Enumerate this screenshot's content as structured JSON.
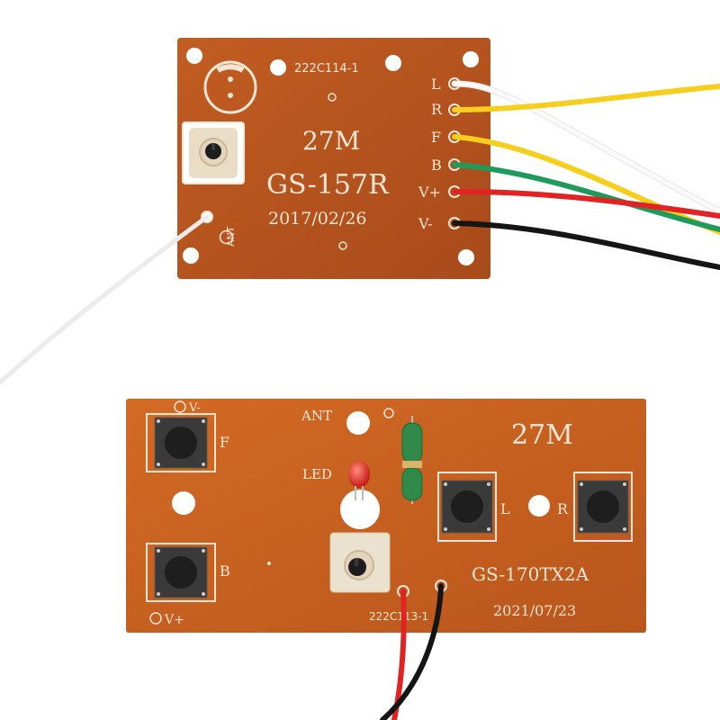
{
  "receiver_board": {
    "part_code": "222C114-1",
    "frequency": "27M",
    "model": "GS-157R",
    "date": "2017/02/26",
    "antenna_label": "ANT",
    "pins": [
      "L",
      "R",
      "F",
      "B",
      "V+",
      "V-"
    ],
    "board_color": "#b4541f"
  },
  "transmitter_board": {
    "frequency": "27M",
    "model": "GS-170TX2A",
    "date": "2021/07/23",
    "part_code": "222C113-1",
    "antenna_label": "ANT",
    "led_label": "LED",
    "button_labels": {
      "forward": "F",
      "back": "B",
      "left": "L",
      "right": "R"
    },
    "power_labels": {
      "negative": "V-",
      "positive": "V+"
    },
    "board_color": "#c8601e"
  },
  "wire_colors": {
    "white": "#f2f2f2",
    "yellow": "#f5cf1c",
    "green": "#1f9a5a",
    "red": "#e02424",
    "black": "#151515"
  }
}
